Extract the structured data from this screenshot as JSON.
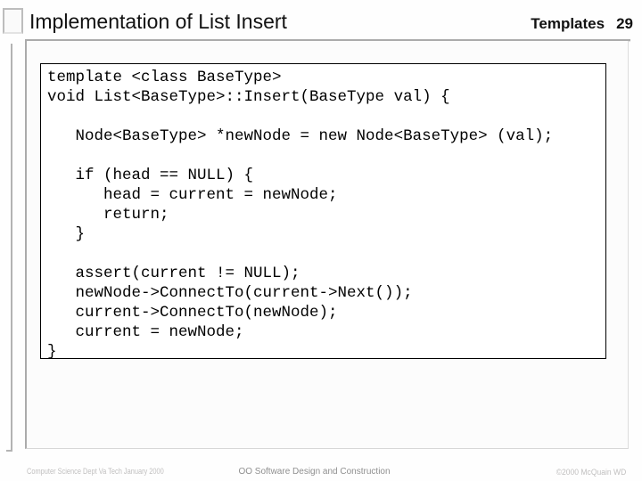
{
  "header": {
    "title": "Implementation of List Insert",
    "section_label": "Templates",
    "page_number": "29"
  },
  "code_block": {
    "language": "cpp",
    "lines": [
      "template <class BaseType>",
      "void List<BaseType>::Insert(BaseType val) {",
      "",
      "   Node<BaseType> *newNode = new Node<BaseType> (val);",
      "",
      "   if (head == NULL) {",
      "      head = current = newNode;",
      "      return;",
      "   }",
      "",
      "   assert(current != NULL);",
      "   newNode->ConnectTo(current->Next());",
      "   current->ConnectTo(newNode);",
      "   current = newNode;",
      "}"
    ]
  },
  "footer": {
    "left_text": "Computer Science Dept Va Tech January 2000",
    "center_text": "OO Software Design and Construction",
    "right_text": "©2000  McQuain WD"
  },
  "colors": {
    "title_text": "#121212",
    "code_text": "#000000",
    "code_box_border": "#000000",
    "frame_line": "#ababab",
    "frame_line_light": "#bdbdbd",
    "footer_muted": "#c0bfbf",
    "footer_center": "#8f8f8f"
  }
}
